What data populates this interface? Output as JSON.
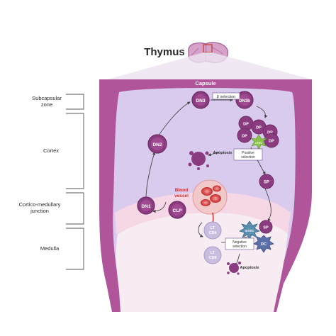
{
  "title": "Thymus",
  "capsule_label": "Capsule",
  "zones": [
    {
      "label_line1": "Subcapsular",
      "label_line2": "zone"
    },
    {
      "label_line1": "Cortex",
      "label_line2": ""
    },
    {
      "label_line1": "Cortico-medullary",
      "label_line2": "junction"
    },
    {
      "label_line1": "Medulla",
      "label_line2": ""
    }
  ],
  "cells": {
    "dn3": "DN3",
    "dn3b": "DN3b",
    "dn2": "DN2",
    "dn1": "DN1",
    "clp": "CLP",
    "dp": "DP",
    "sp_cortex": "SP",
    "sp_medulla": "SP",
    "lt_cd4_line1": "LT",
    "lt_cd4_line2": "CD4",
    "lt_cd8_line1": "LT",
    "lt_cd8_line2": "CD8",
    "ctec": "cTEC",
    "mtec": "mTEC",
    "dc": "DC"
  },
  "annotations": {
    "beta_selection": "β selection",
    "apoptosis_cortex": "Apoptosis",
    "positive_selection_line1": "Positive",
    "positive_selection_line2": "selection",
    "blood_vessel_line1": "Blood",
    "blood_vessel_line2": "vessel",
    "negative_selection_line1": "Negative",
    "negative_selection_line2": "selection",
    "apoptosis_medulla": "Apoptosis"
  },
  "colors": {
    "capsule": "#b0559a",
    "capsule_dark": "#8e3f7c",
    "cortex": "#d9cbee",
    "medulla": "#f6ecf2",
    "junction": "#f8d8e4",
    "cell_dark": "#8b3b80",
    "cell_mid": "#a04a92",
    "cell_light": "#c9bde0",
    "rbc": "#e24a4a",
    "ctec": "#8bc34a",
    "mtec": "#5b8fb0",
    "blood_vessel_text": "#d32f2f"
  }
}
